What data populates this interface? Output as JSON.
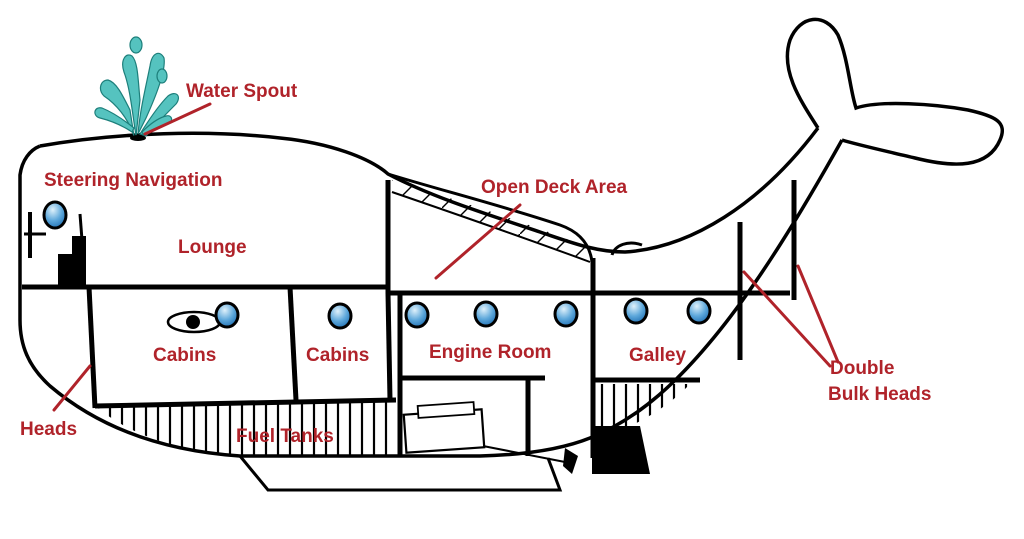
{
  "colors": {
    "label": "#b0232a",
    "outline": "#000000",
    "spout": "#55c3bf",
    "porthole_light": "#dff1fb",
    "porthole_dark": "#1f6fb3"
  },
  "labels": {
    "water_spout": "Water Spout",
    "steering_navigation": "Steering Navigation",
    "lounge": "Lounge",
    "open_deck_area": "Open Deck Area",
    "cabins_1": "Cabins",
    "cabins_2": "Cabins",
    "engine_room": "Engine Room",
    "galley": "Galley",
    "heads": "Heads",
    "fuel_tanks": "Fuel Tanks",
    "double": "Double",
    "bulk_heads": "Bulk Heads"
  },
  "icons": [
    "water-spout-icon",
    "porthole-icon",
    "propeller-icon",
    "rudder-icon",
    "eye-icon"
  ]
}
